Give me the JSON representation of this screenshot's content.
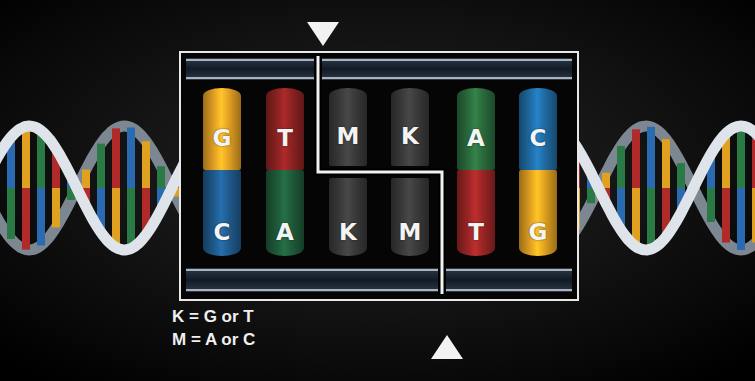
{
  "diagram": {
    "nodes": [
      {
        "text": [
          "G"
        ]
      },
      {
        "text": [
          "T"
        ]
      },
      {
        "text": [
          "M"
        ]
      },
      {
        "text": [
          "K"
        ]
      },
      {
        "text": [
          "A"
        ]
      },
      {
        "text": [
          "C"
        ]
      },
      {
        "text": [
          "C"
        ]
      },
      {
        "text": [
          "A"
        ]
      },
      {
        "text": [
          "K"
        ]
      },
      {
        "text": [
          "M"
        ]
      },
      {
        "text": [
          "T"
        ]
      },
      {
        "text": [
          "G"
        ]
      }
    ],
    "labels": [
      "K = G or T",
      "M = A or C"
    ]
  }
}
